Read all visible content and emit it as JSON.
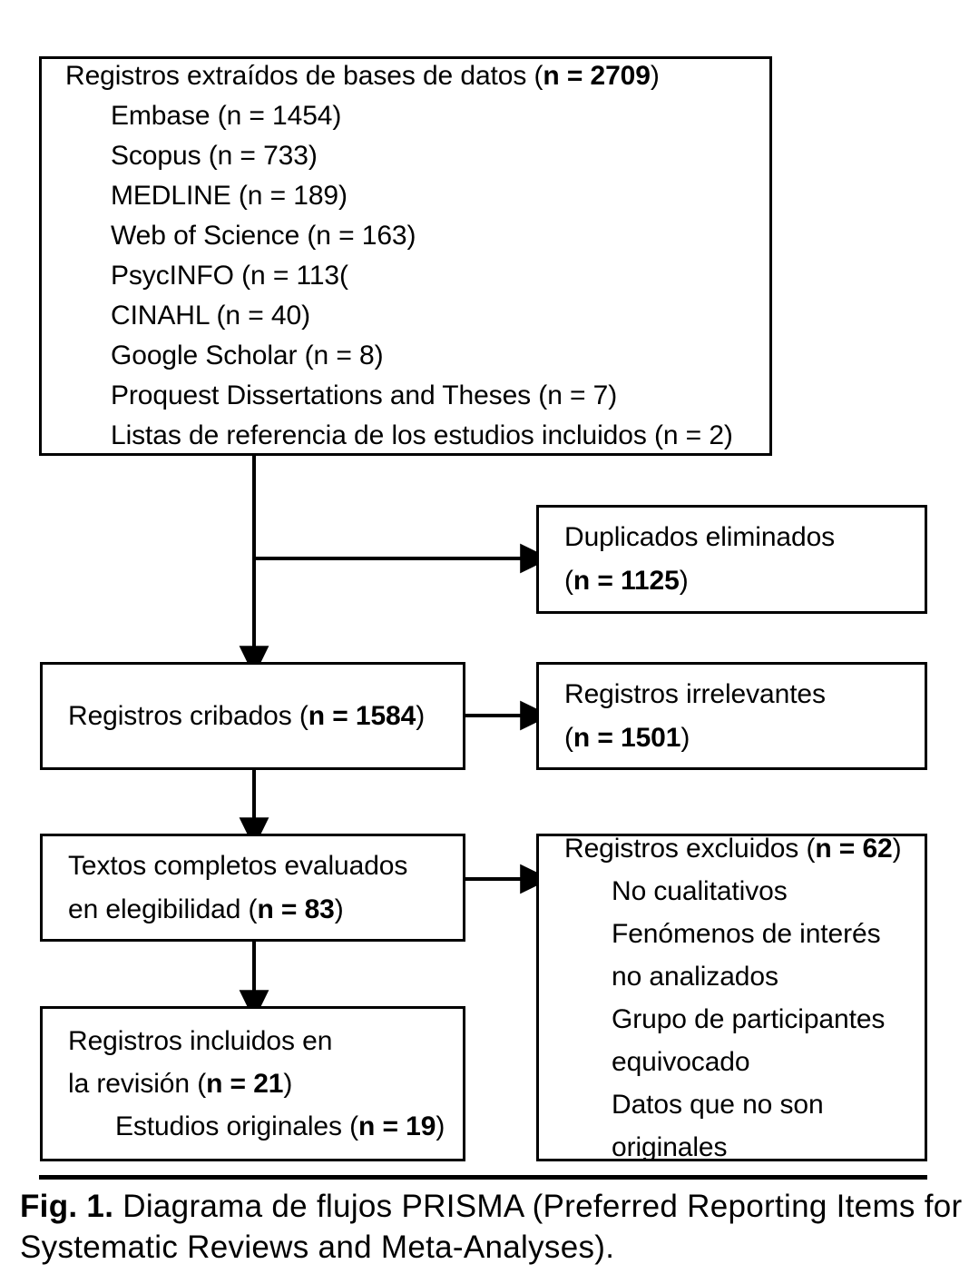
{
  "figure": {
    "caption_label": "Fig. 1.",
    "caption_text": " Diagrama de flujos PRISMA (Preferred Reporting Items for Systematic Reviews and Meta-Analyses).",
    "type": "prisma-flow-diagram",
    "colors": {
      "stroke": "#000000",
      "fill": "#ffffff",
      "text": "#000000"
    }
  },
  "boxes": {
    "sources": {
      "title_prefix": "Registros extraídos de bases de datos (",
      "title_n": "n = 2709",
      "title_suffix": ")",
      "items": [
        "Embase (n = 1454)",
        "Scopus (n = 733)",
        "MEDLINE (n = 189)",
        "Web of Science (n = 163)",
        "PsycINFO (n = 113(",
        "CINAHL (n = 40)",
        "Google Scholar (n = 8)",
        "Proquest Dissertations and Theses (n = 7)",
        "Listas de referencia de los estudios incluidos (n = 2)"
      ]
    },
    "duplicates": {
      "line1": "Duplicados eliminados",
      "line2_prefix": "(",
      "line2_n": "n = 1125",
      "line2_suffix": ")"
    },
    "screened": {
      "line1_prefix": "Registros cribados (",
      "line1_n": "n = 1584",
      "line1_suffix": ")"
    },
    "irrelevant": {
      "line1": "Registros irrelevantes",
      "line2_prefix": "(",
      "line2_n": "n = 1501",
      "line2_suffix": ")"
    },
    "fulltext": {
      "line1": "Textos completos evaluados",
      "line2_prefix": "en elegibilidad (",
      "line2_n": "n = 83",
      "line2_suffix": ")"
    },
    "excluded": {
      "title_prefix": "Registros excluidos (",
      "title_n": "n = 62",
      "title_suffix": ")",
      "items": [
        "No cualitativos",
        "Fenómenos de interés",
        "no analizados",
        "Grupo de participantes",
        "equivocado",
        "Datos que no son",
        "originales"
      ]
    },
    "included": {
      "line1": "Registros incluidos en",
      "line2_prefix": "la revisión (",
      "line2_n": "n = 21",
      "line2_suffix": ")",
      "line3_prefix": "Estudios originales (",
      "line3_n": "n = 19",
      "line3_suffix": ")"
    }
  },
  "chart_data": {
    "type": "diagram",
    "title": "Diagrama de flujos PRISMA",
    "nodes": [
      {
        "id": "sources",
        "label": "Registros extraídos de bases de datos",
        "n": 2709
      },
      {
        "id": "duplicates",
        "label": "Duplicados eliminados",
        "n": 1125
      },
      {
        "id": "screened",
        "label": "Registros cribados",
        "n": 1584
      },
      {
        "id": "irrelevant",
        "label": "Registros irrelevantes",
        "n": 1501
      },
      {
        "id": "fulltext",
        "label": "Textos completos evaluados en elegibilidad",
        "n": 83
      },
      {
        "id": "excluded",
        "label": "Registros excluidos",
        "n": 62
      },
      {
        "id": "included",
        "label": "Registros incluidos en la revisión",
        "n": 21
      },
      {
        "id": "originals",
        "label": "Estudios originales",
        "n": 19
      }
    ],
    "source_breakdown": [
      {
        "source": "Embase",
        "n": 1454
      },
      {
        "source": "Scopus",
        "n": 733
      },
      {
        "source": "MEDLINE",
        "n": 189
      },
      {
        "source": "Web of Science",
        "n": 163
      },
      {
        "source": "PsycINFO",
        "n": 113
      },
      {
        "source": "CINAHL",
        "n": 40
      },
      {
        "source": "Google Scholar",
        "n": 8
      },
      {
        "source": "Proquest Dissertations and Theses",
        "n": 7
      },
      {
        "source": "Listas de referencia de los estudios incluidos",
        "n": 2
      }
    ],
    "exclusion_reasons": [
      "No cualitativos",
      "Fenómenos de interés no analizados",
      "Grupo de participantes equivocado",
      "Datos que no son originales"
    ],
    "edges": [
      {
        "from": "sources",
        "to": "duplicates",
        "direction": "right"
      },
      {
        "from": "sources",
        "to": "screened",
        "direction": "down"
      },
      {
        "from": "screened",
        "to": "irrelevant",
        "direction": "right"
      },
      {
        "from": "screened",
        "to": "fulltext",
        "direction": "down"
      },
      {
        "from": "fulltext",
        "to": "excluded",
        "direction": "right"
      },
      {
        "from": "fulltext",
        "to": "included",
        "direction": "down"
      }
    ]
  }
}
